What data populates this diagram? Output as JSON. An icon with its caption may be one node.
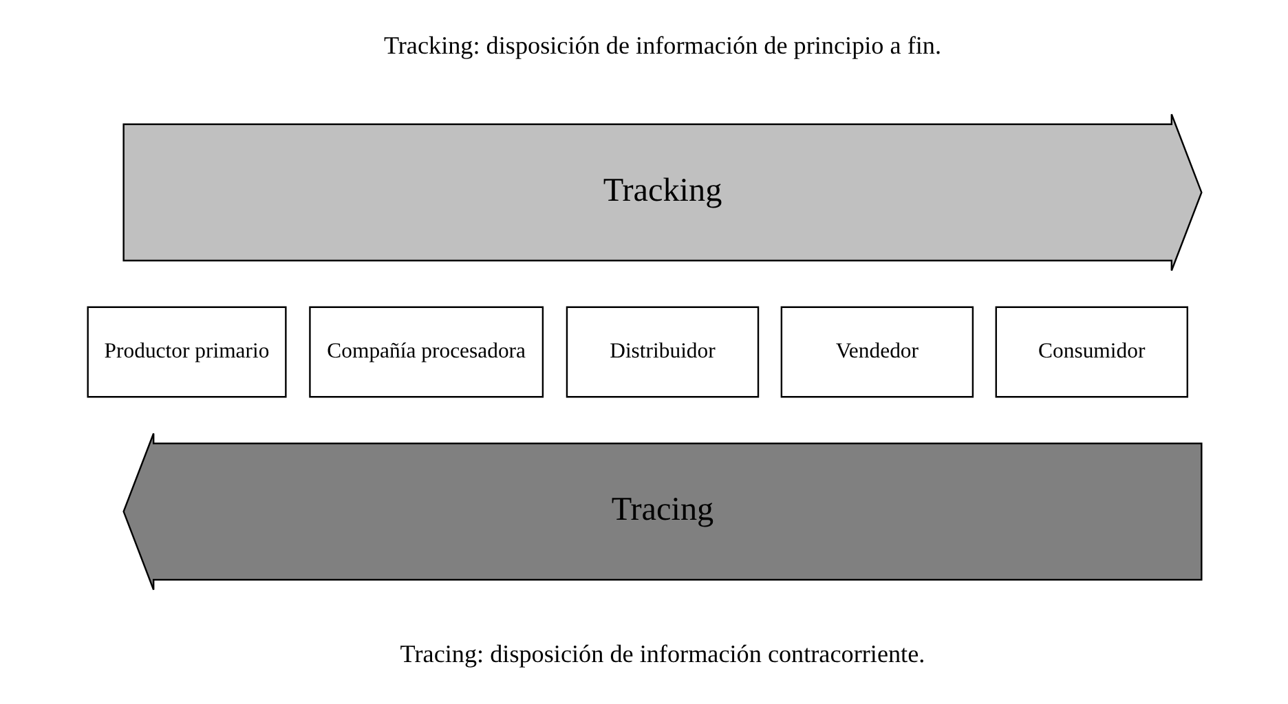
{
  "diagram": {
    "nodes": [
      {
        "text": [
          "Tracking"
        ]
      },
      {
        "text": [
          "Productor primario"
        ]
      },
      {
        "text": [
          "Compañía procesadora"
        ]
      },
      {
        "text": [
          "Distribuidor"
        ]
      },
      {
        "text": [
          "Vendedor"
        ]
      },
      {
        "text": [
          "Consumidor"
        ]
      },
      {
        "text": [
          "Tracing"
        ]
      }
    ],
    "edges": [],
    "labels": [
      "Tracking: disposición de información de principio a fin.",
      "Tracing: disposición de información contracorriente."
    ]
  }
}
